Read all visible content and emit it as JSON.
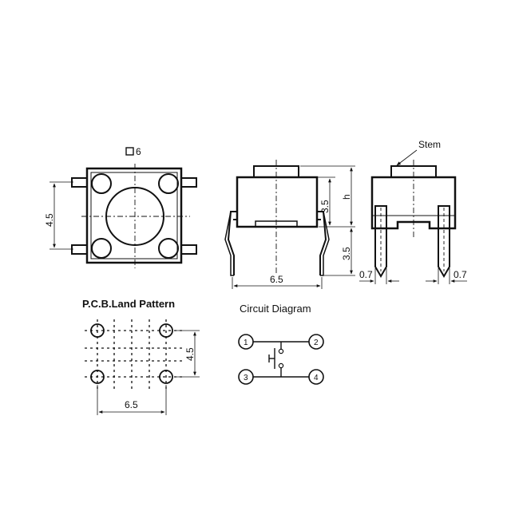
{
  "top_view": {
    "size_label": "6",
    "width_label": "4.5"
  },
  "front_view": {
    "height_label_top": "3.5",
    "h_label": "h",
    "height_label_bottom": "3.5",
    "span_label": "6.5"
  },
  "side_view": {
    "stem_label": "Stem",
    "lead_left_label": "0.7",
    "lead_right_label": "0.7"
  },
  "pcb": {
    "caption": "P.C.B.Land Pattern",
    "height_label": "4.5",
    "width_label": "6.5"
  },
  "circuit": {
    "caption": "Circuit Diagram",
    "pins": [
      "1",
      "2",
      "3",
      "4"
    ]
  }
}
